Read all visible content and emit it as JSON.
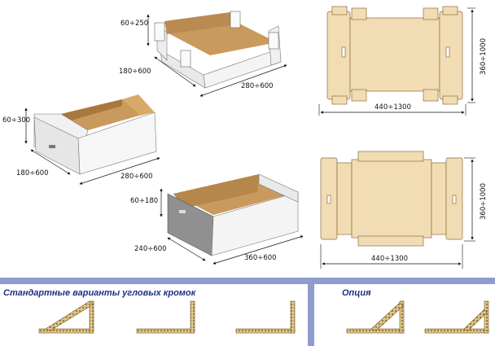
{
  "boxes": {
    "box1": {
      "height": "60÷250",
      "width": "180÷600",
      "length": "280÷600"
    },
    "box2": {
      "height": "60÷300",
      "width": "180÷600",
      "length": "280÷600"
    },
    "box3": {
      "height": "60÷180",
      "width": "240÷600",
      "length": "360÷600"
    }
  },
  "blanks": {
    "blank1": {
      "length": "440÷1300",
      "width": "360÷1000"
    },
    "blank2": {
      "length": "440÷1300",
      "width": "360÷1000"
    }
  },
  "bottom": {
    "standard_caption": "Стандартные варианты угловых кромок",
    "option_caption": "Опция"
  },
  "colors": {
    "cardboard_blank": "#f2dcb3",
    "cardboard_inside": "#c9995e",
    "white_board": "#f4f4f4",
    "band": "#8f9ccd",
    "caption": "#1d2f8a"
  }
}
